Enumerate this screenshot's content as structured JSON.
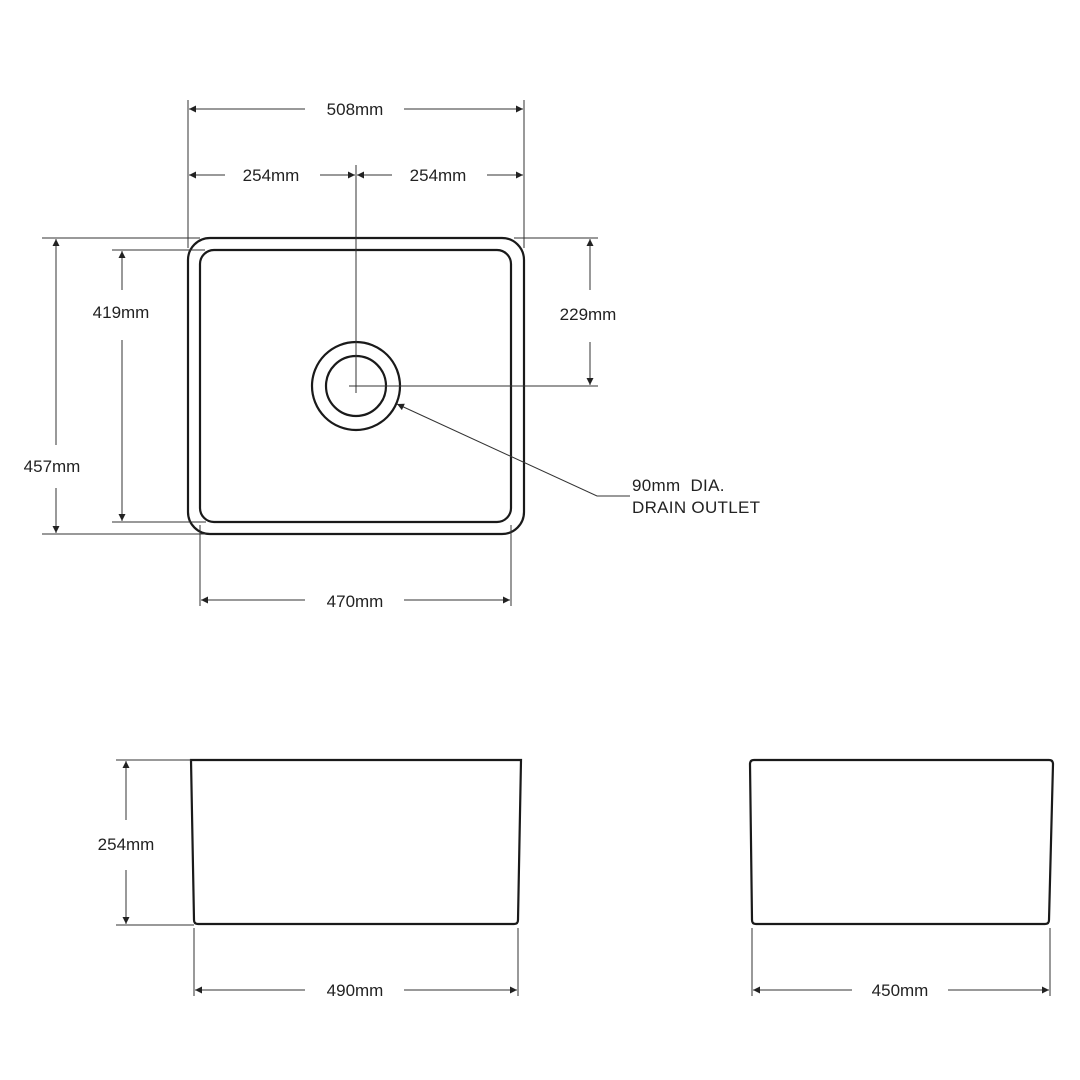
{
  "top_view": {
    "overall_width": "508mm",
    "left_to_drain": "254mm",
    "right_to_drain": "254mm",
    "outer_depth": "457mm",
    "inner_depth": "419mm",
    "top_to_drain": "229mm",
    "inner_width": "470mm",
    "drain_note_line1": "90mm  DIA.",
    "drain_note_line2": "DRAIN OUTLET"
  },
  "front_view": {
    "height": "254mm",
    "base_width": "490mm"
  },
  "side_view": {
    "base_width": "450mm"
  }
}
